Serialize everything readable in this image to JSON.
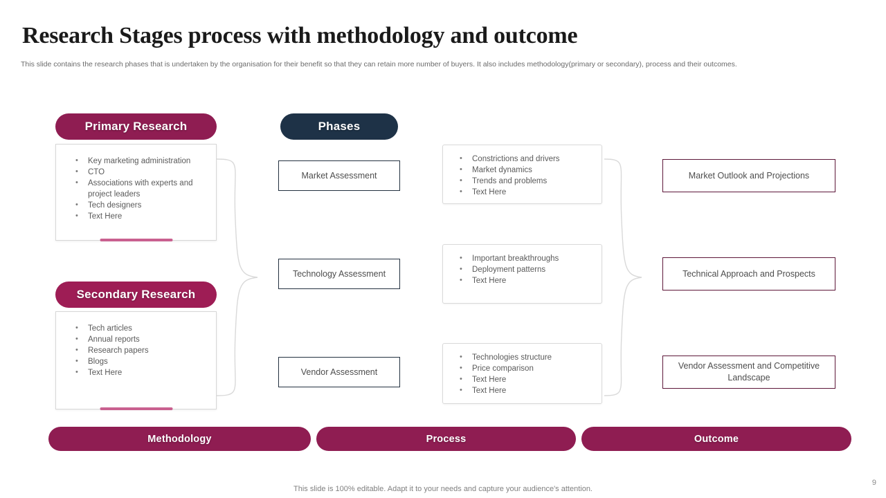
{
  "header": {
    "title": "Research Stages process with methodology and outcome",
    "subtitle": "This slide contains the research phases that is undertaken by the organisation for their benefit so that they can retain more number of buyers. It also includes methodology(primary or secondary), process and their outcomes."
  },
  "methodology": {
    "primary": {
      "pill_label": "Primary Research",
      "items": [
        "Key marketing administration",
        "CTO",
        "Associations with experts  and project leaders",
        "Tech designers",
        "Text Here"
      ]
    },
    "secondary": {
      "pill_label": "Secondary Research",
      "items": [
        "Tech articles",
        "Annual reports",
        "Research papers",
        "Blogs",
        "Text Here"
      ]
    }
  },
  "phases": {
    "pill_label": "Phases",
    "boxes": [
      "Market Assessment",
      "Technology Assessment",
      "Vendor Assessment"
    ]
  },
  "process": {
    "cards": [
      {
        "items": [
          "Constrictions and drivers",
          "Market dynamics",
          "Trends and problems",
          "Text Here"
        ]
      },
      {
        "items": [
          "Important breakthroughs",
          "Deployment patterns",
          "Text Here"
        ]
      },
      {
        "items": [
          "Technologies structure",
          "Price comparison",
          "Text Here",
          "Text Here"
        ]
      }
    ]
  },
  "outcome": {
    "boxes": [
      "Market Outlook and Projections",
      "Technical Approach and Prospects",
      "Vendor Assessment and Competitive Landscape"
    ]
  },
  "bottom_bars": {
    "methodology": "Methodology",
    "process": "Process",
    "outcome": "Outcome"
  },
  "footer": {
    "note": "This slide is 100% editable. Adapt it to your needs and capture your audience's attention.",
    "page_number": "9"
  },
  "colors": {
    "brand_maroon": "#8f1d52",
    "pill_secondary": "#9e1d55",
    "navy": "#1e3247",
    "outcome_border": "#5c1638",
    "accent_pink": "#c9608f",
    "phase_border": "#22303f"
  }
}
